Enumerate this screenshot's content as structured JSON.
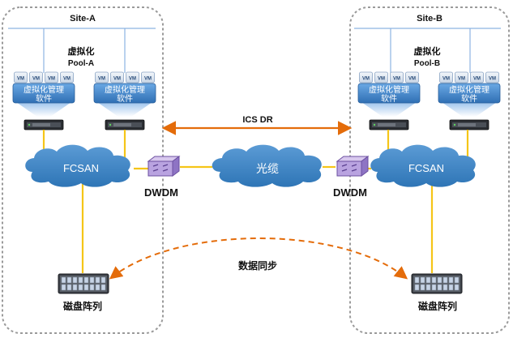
{
  "site_a": {
    "title": "Site-A",
    "pool_line1": "虚拟化",
    "pool_line2": "Pool-A",
    "mgmt_label_1_line1": "虚拟化管理",
    "mgmt_label_1_line2": "软件",
    "mgmt_label_2_line1": "虚拟化管理",
    "mgmt_label_2_line2": "软件",
    "san": "FCSAN",
    "storage": "磁盘阵列",
    "dwdm": "DWDM"
  },
  "site_b": {
    "title": "Site-B",
    "pool_line1": "虚拟化",
    "pool_line2": "Pool-B",
    "mgmt_label_1_line1": "虚拟化管理",
    "mgmt_label_1_line2": "软件",
    "mgmt_label_2_line1": "虚拟化管理",
    "mgmt_label_2_line2": "软件",
    "san": "FCSAN",
    "storage": "磁盘阵列",
    "dwdm": "DWDM"
  },
  "vm_label": "VM",
  "link": {
    "ics_dr": "ICS DR",
    "fiber": "光缆",
    "data_sync": "数据同步"
  },
  "colors": {
    "site_border": "#9a9a9a",
    "network_line": "#8db3e2",
    "fc_link": "#f5c518",
    "ics_arrow": "#e46c0a",
    "cloud": "#2e75b6",
    "mgmt_box": "#4a8fd4"
  }
}
